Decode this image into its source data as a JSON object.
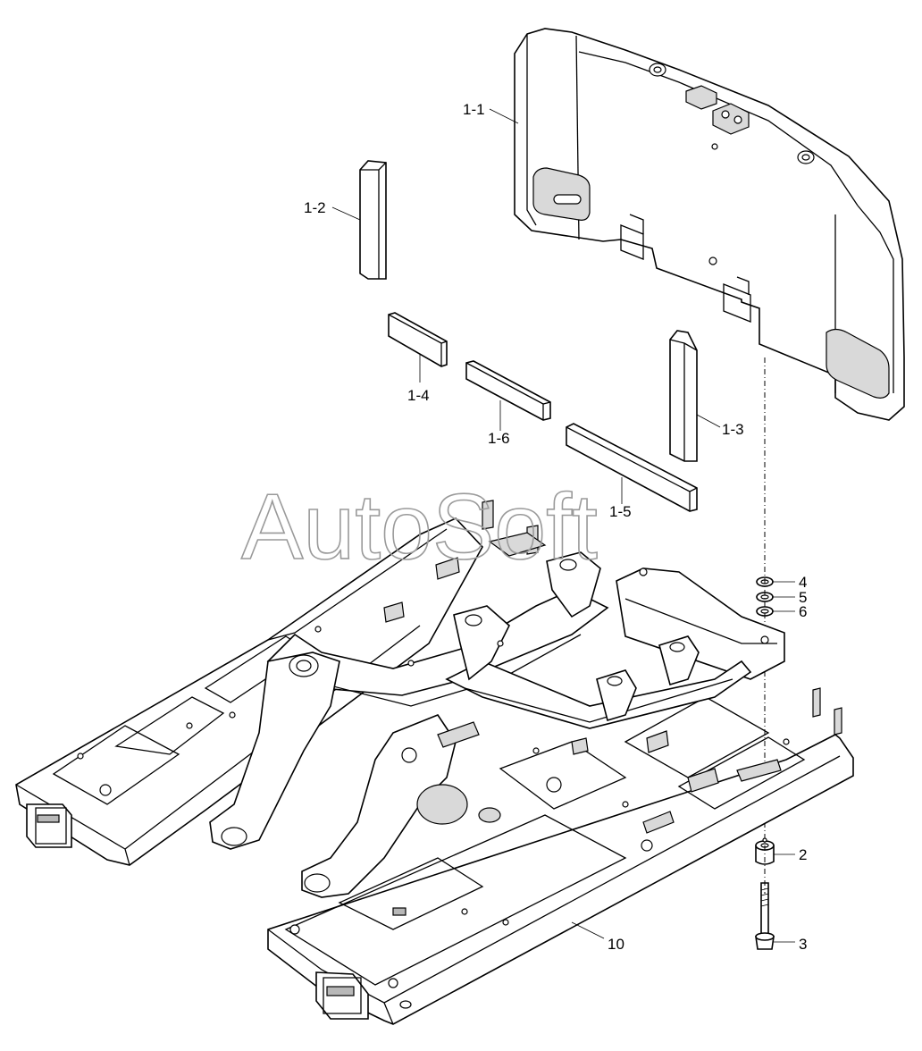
{
  "watermark": "AutoSoft",
  "callouts": [
    {
      "id": "c-1-1",
      "text": "1-1"
    },
    {
      "id": "c-1-2",
      "text": "1-2"
    },
    {
      "id": "c-1-3",
      "text": "1-3"
    },
    {
      "id": "c-1-4",
      "text": "1-4"
    },
    {
      "id": "c-1-5",
      "text": "1-5"
    },
    {
      "id": "c-1-6",
      "text": "1-6"
    },
    {
      "id": "c-2",
      "text": "2"
    },
    {
      "id": "c-3",
      "text": "3"
    },
    {
      "id": "c-4",
      "text": "4"
    },
    {
      "id": "c-5",
      "text": "5"
    },
    {
      "id": "c-6",
      "text": "6"
    },
    {
      "id": "c-10",
      "text": "10"
    }
  ]
}
